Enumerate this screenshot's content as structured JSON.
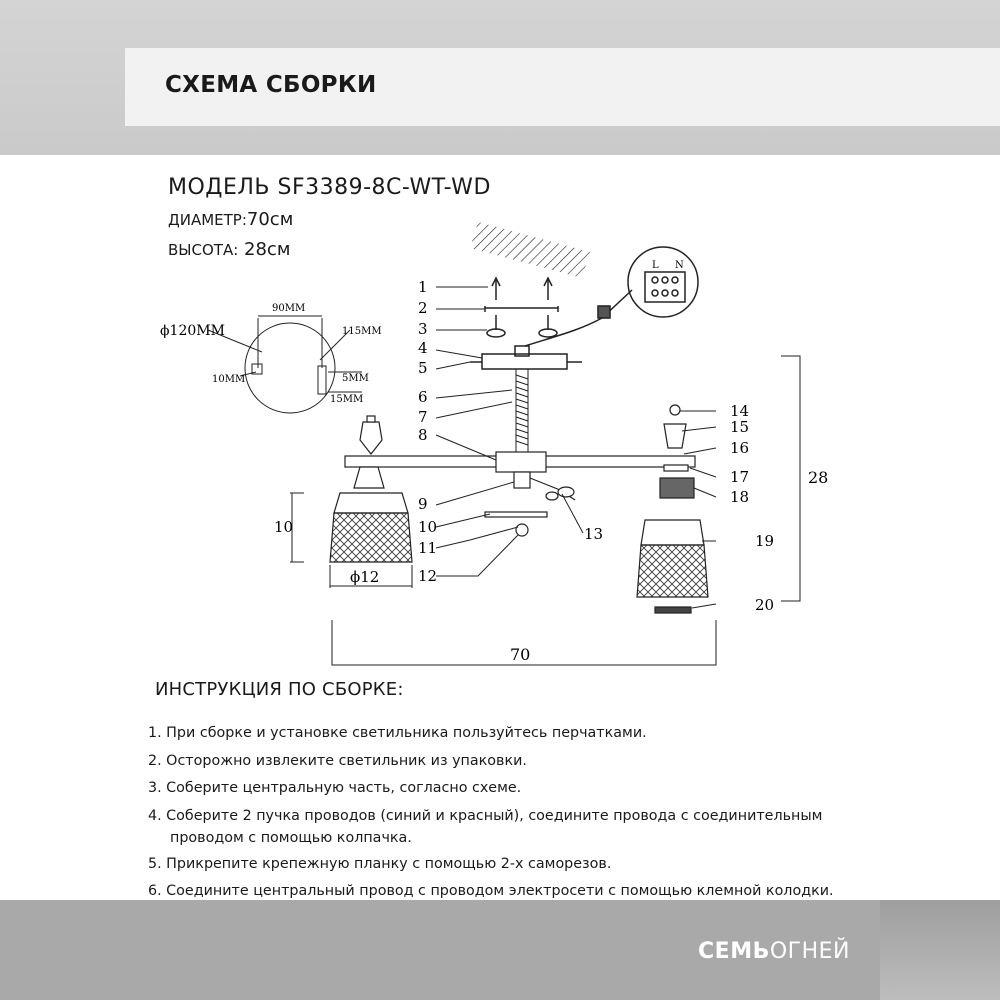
{
  "header": {
    "title": "СХЕМА СБОРКИ"
  },
  "specs": {
    "model": "МОДЕЛЬ SF3389-8C-WT-WD",
    "diameter_label": "ДИАМЕТР:",
    "diameter_value": "70см",
    "height_label": "ВЫСОТА:",
    "height_value": " 28см"
  },
  "diagram": {
    "plate": {
      "diameter": "120MM",
      "width": "90MM",
      "hole_dist": "115MM",
      "slot": "10MM",
      "screw": "5MM",
      "depth": "15MM"
    },
    "parts": [
      "1",
      "2",
      "3",
      "4",
      "5",
      "6",
      "7",
      "8",
      "9",
      "10",
      "11",
      "12",
      "13",
      "14",
      "15",
      "16",
      "17",
      "18",
      "19",
      "20"
    ],
    "dims": {
      "height": "28",
      "width": "70",
      "shade_height": "10",
      "shade_diameter": "12"
    },
    "terminal_labels": [
      "L",
      "N"
    ]
  },
  "instructions": {
    "title": "ИНСТРУКЦИЯ ПО СБОРКЕ:",
    "steps": [
      {
        "text": "1. При сборке и установке светильника пользуйтесь перчатками."
      },
      {
        "text": "2. Осторожно извлеките светильник из упаковки."
      },
      {
        "text": "3. Соберите центральную часть, согласно схеме."
      },
      {
        "text": "4. Соберите 2 пучка проводов (синий и красный), соедините провода с соединительным",
        "cont": "проводом с помощью колпачка."
      },
      {
        "text": "5. Прикрепите крепежную планку с помощью 2-х саморезов."
      },
      {
        "text": "6. Соедините центральный провод с проводом электросети с помощью клемной колодки."
      }
    ]
  },
  "brand": {
    "part1": "СЕМЬ",
    "part2": "ОГНЕЙ"
  },
  "colors": {
    "header_bg": "#f2f2f2",
    "bar_top": "#cacaca",
    "bar_bottom": "#a9a9a9",
    "text": "#1a1a1a"
  }
}
